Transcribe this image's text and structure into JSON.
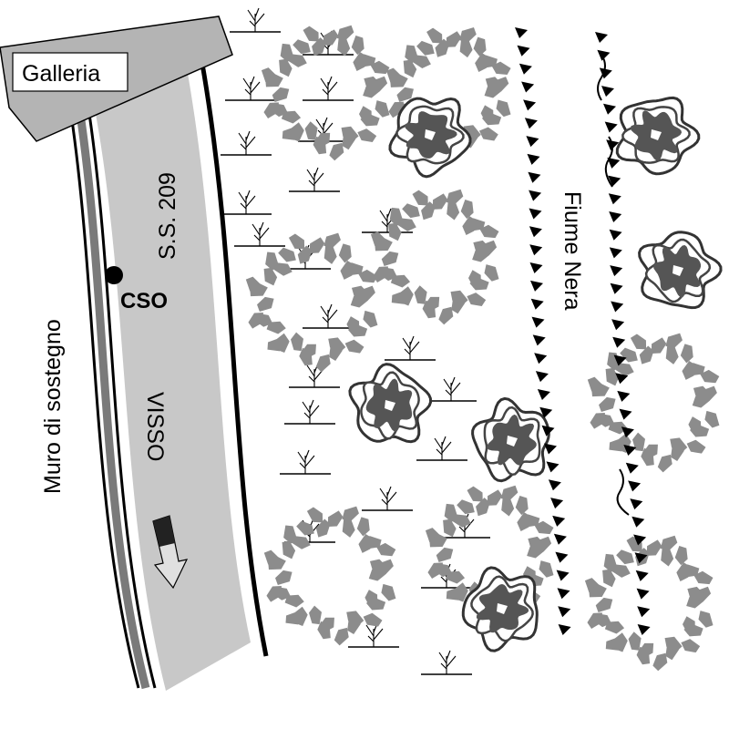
{
  "labels": {
    "gallery": "Galleria",
    "road": "S.S. 209",
    "retaining_wall": "Muro di sostegno",
    "station": "CSO",
    "town": "VISSO",
    "river": "Fiume Nera"
  },
  "colors": {
    "road_fill": "#c8c8c8",
    "wall_band": "#7a7a7a",
    "gallery_block": "#b4b4b4",
    "shrub": "#8c8c8c",
    "tree_crown": "#555555",
    "ink": "#000000"
  }
}
